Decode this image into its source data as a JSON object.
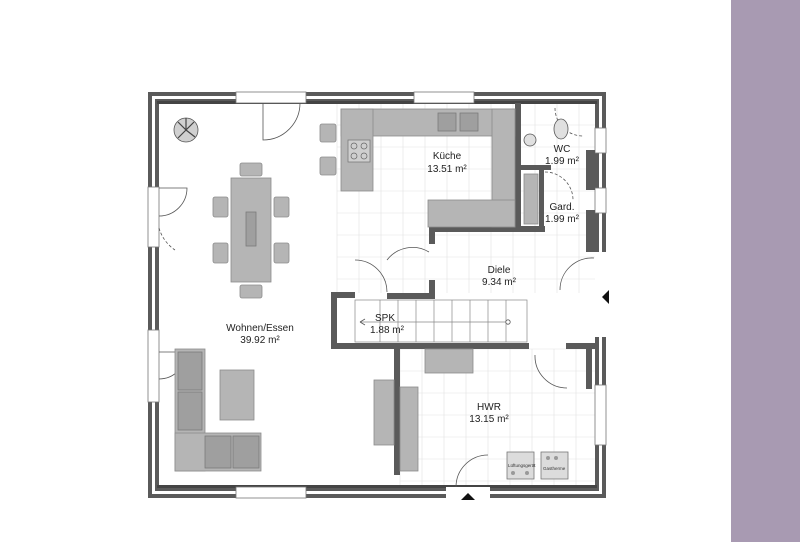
{
  "colors": {
    "sidebar": "#a89ab2",
    "wall": "#5a5a5a",
    "furniture": "#b5b5b5",
    "tile_grid": "#e2e2e2"
  },
  "rooms": [
    {
      "name": "Wohnen/Essen",
      "area": "39.92 m²"
    },
    {
      "name": "Küche",
      "area": "13.51 m²"
    },
    {
      "name": "WC",
      "area": "1.99 m²"
    },
    {
      "name": "Gard.",
      "area": "1.99 m²"
    },
    {
      "name": "Diele",
      "area": "9.34 m²"
    },
    {
      "name": "SPK",
      "area": "1.88 m²"
    },
    {
      "name": "HWR",
      "area": "13.15 m²"
    }
  ],
  "appliances": {
    "ventilation": "Lüftungsgerät",
    "heating": "Gastherme"
  },
  "icons": [
    "plant-icon",
    "entrance-arrow-icon",
    "window-arrow-icon"
  ]
}
